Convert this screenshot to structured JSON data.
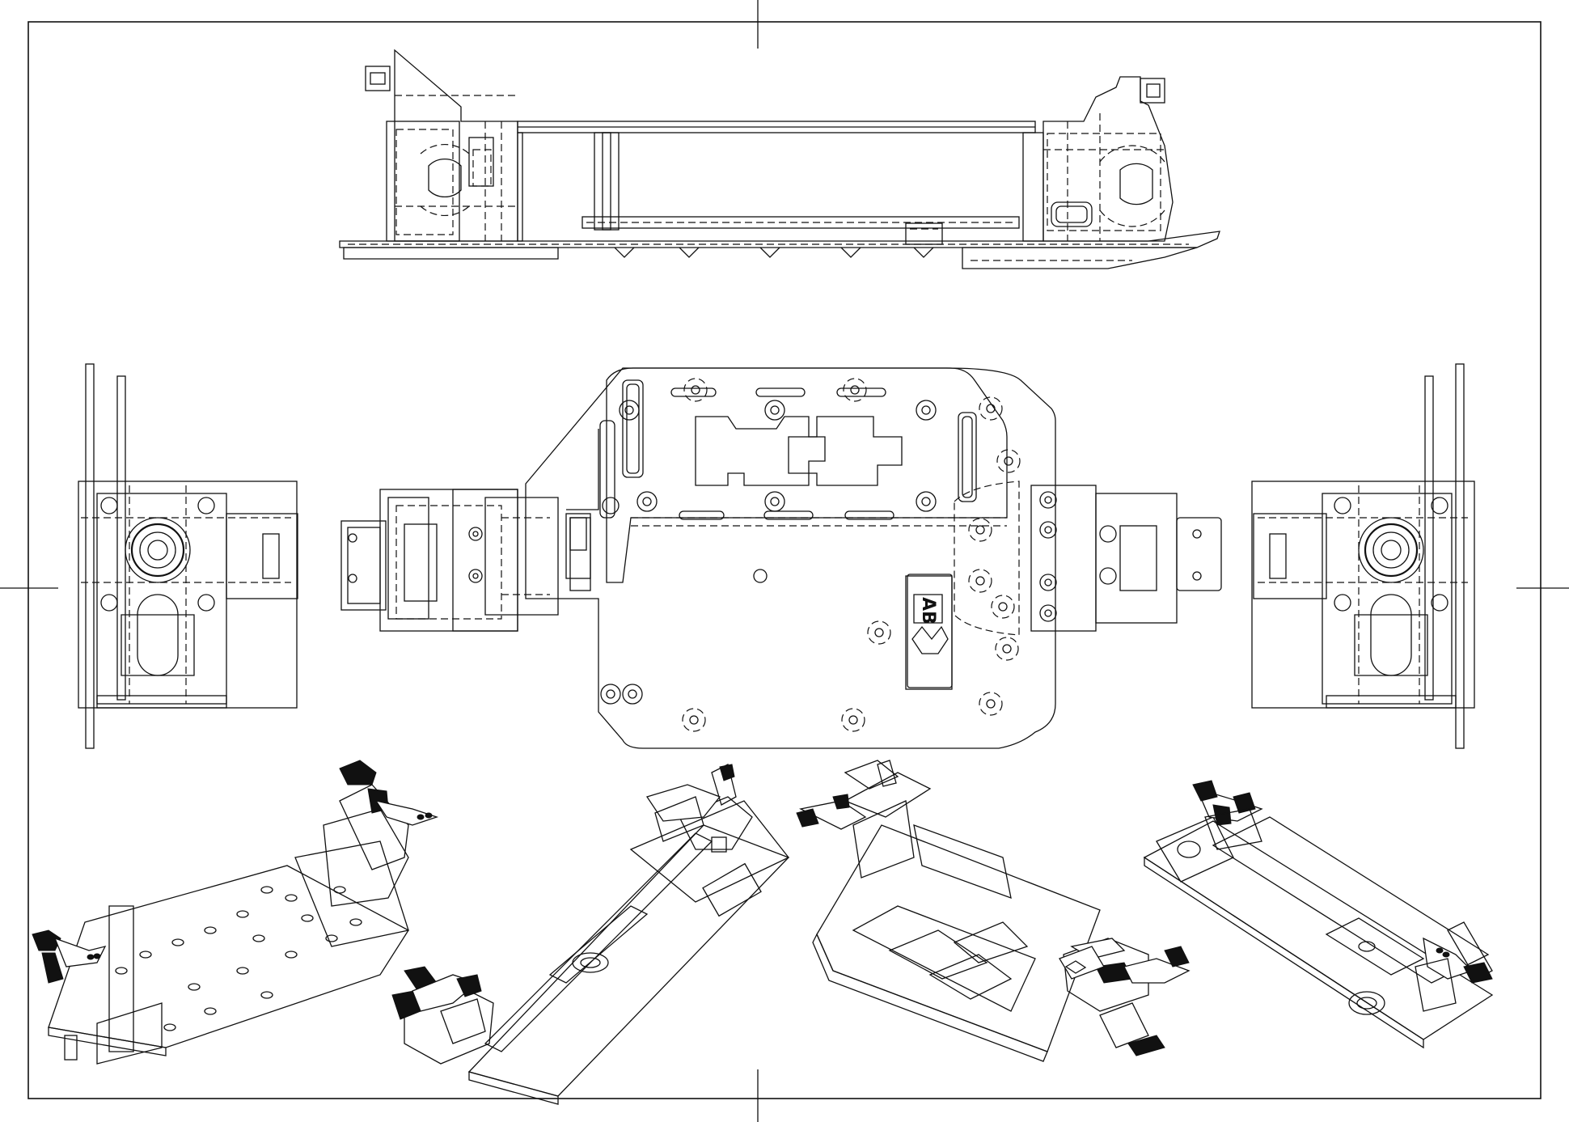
{
  "drawing": {
    "views": [
      {
        "id": "side",
        "kind": "side-elevation"
      },
      {
        "id": "top",
        "kind": "top-plan"
      },
      {
        "id": "front",
        "kind": "end-view"
      },
      {
        "id": "rear",
        "kind": "end-view"
      },
      {
        "id": "iso-1",
        "kind": "isometric"
      },
      {
        "id": "iso-2",
        "kind": "isometric"
      },
      {
        "id": "iso-3",
        "kind": "isometric"
      },
      {
        "id": "iso-4",
        "kind": "isometric"
      }
    ],
    "logo_text": "AB",
    "colors": {
      "line": "#111111",
      "paper": "#ffffff",
      "highlight": "#111111"
    }
  }
}
